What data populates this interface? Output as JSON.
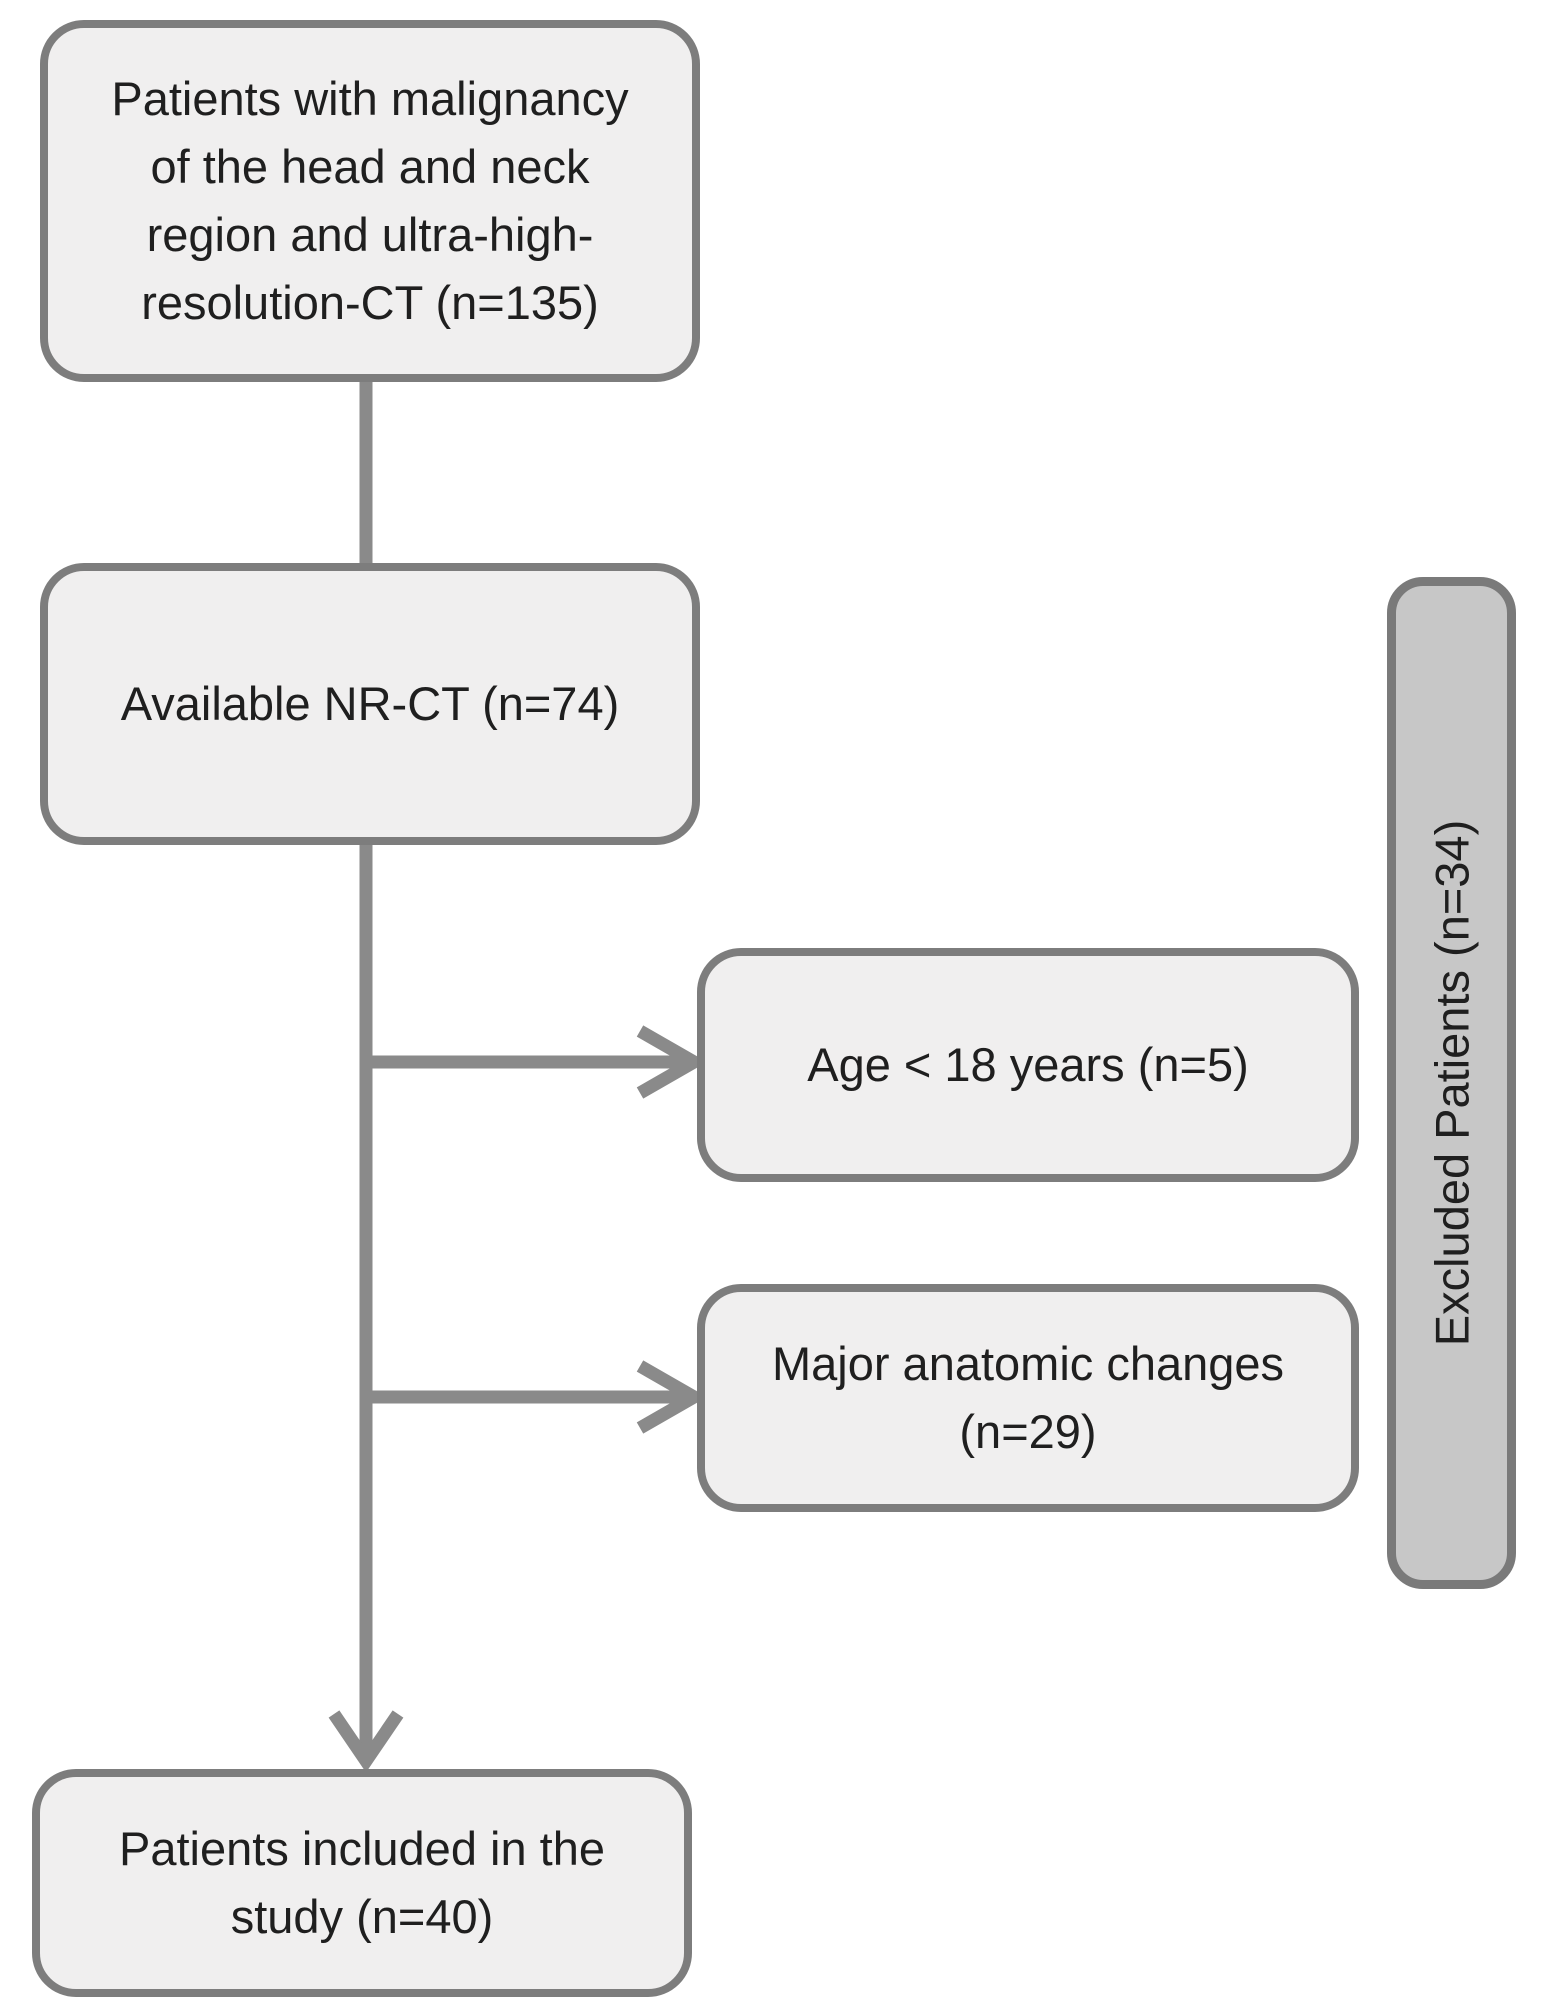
{
  "figure": {
    "boxes": {
      "initial": {
        "lines": [
          "Patients with malignancy",
          "of the head and neck",
          "region and ultra-high-",
          "resolution-CT (n=135)"
        ]
      },
      "available": {
        "lines": [
          "Available NR-CT (n=74)"
        ]
      },
      "age": {
        "lines": [
          "Age < 18 years (n=5)"
        ]
      },
      "anatomic": {
        "lines": [
          "Major anatomic changes",
          "(n=29)"
        ]
      },
      "included": {
        "lines": [
          "Patients included in the",
          "study (n=40)"
        ]
      },
      "excluded_bar": {
        "label": "Excluded Patients (n=34)"
      }
    },
    "counts": {
      "malignancy_uhr_ct": 135,
      "available_nr_ct": 74,
      "age_under_18": 5,
      "major_anatomic_changes": 29,
      "excluded_patients": 34,
      "included_in_study": 40
    }
  },
  "colors": {
    "bg": "#ffffff",
    "box-fill": "#f0efef",
    "box-border": "#7d7d7d",
    "bar-fill": "#c7c7c7",
    "bar-border": "#7a7a7a",
    "line": "#8a8a8a",
    "text": "#1f1f1f"
  }
}
